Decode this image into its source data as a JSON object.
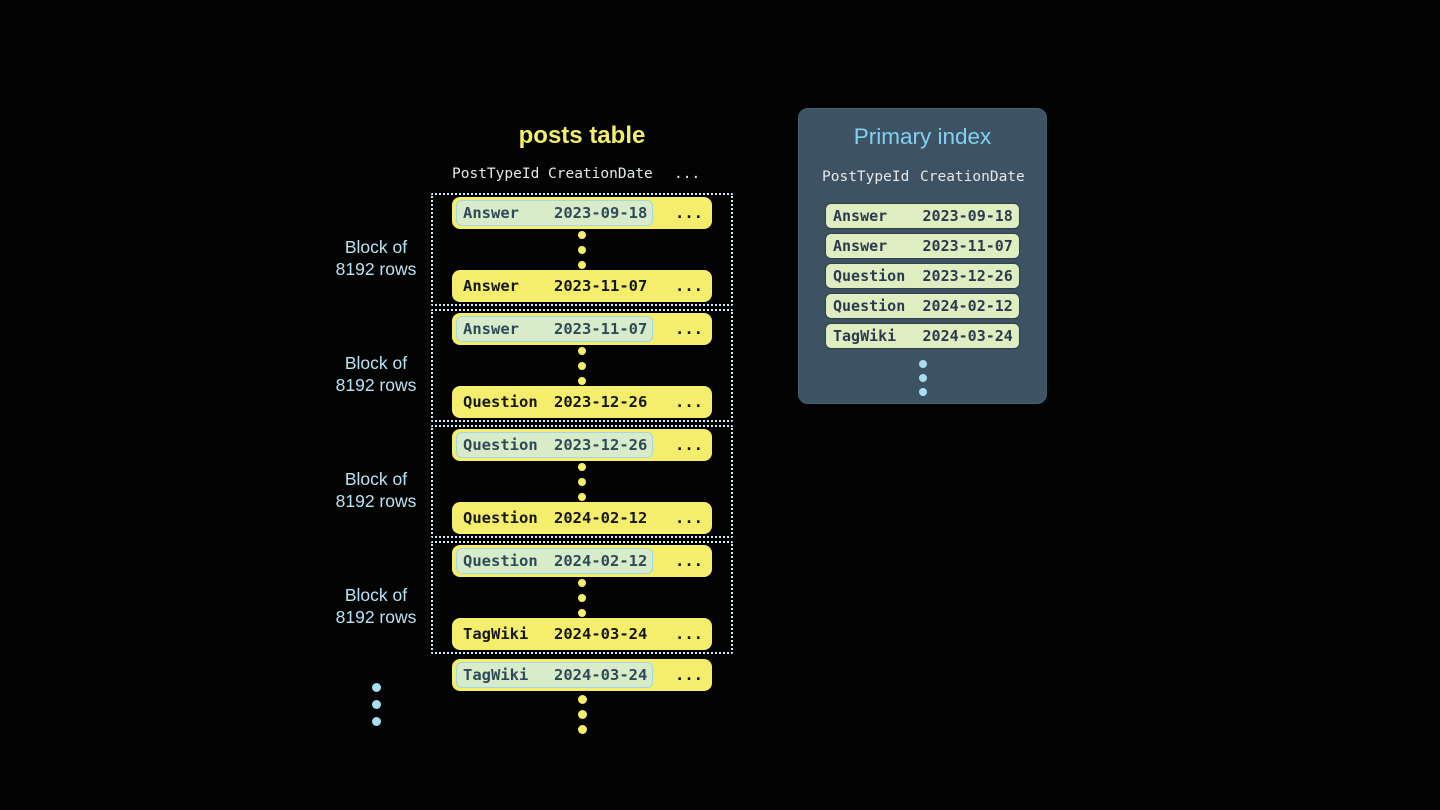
{
  "posts_table": {
    "title": "posts table",
    "columns": [
      "PostTypeId",
      "CreationDate",
      "..."
    ],
    "ellipsis": "...",
    "blocks": [
      {
        "label_line1": "Block of",
        "label_line2": "8192 rows",
        "first": {
          "type": "Answer",
          "date": "2023-09-18"
        },
        "last": {
          "type": "Answer",
          "date": "2023-11-07"
        }
      },
      {
        "label_line1": "Block of",
        "label_line2": "8192 rows",
        "first": {
          "type": "Answer",
          "date": "2023-11-07"
        },
        "last": {
          "type": "Question",
          "date": "2023-12-26"
        }
      },
      {
        "label_line1": "Block of",
        "label_line2": "8192 rows",
        "first": {
          "type": "Question",
          "date": "2023-12-26"
        },
        "last": {
          "type": "Question",
          "date": "2024-02-12"
        }
      },
      {
        "label_line1": "Block of",
        "label_line2": "8192 rows",
        "first": {
          "type": "Question",
          "date": "2024-02-12"
        },
        "last": {
          "type": "TagWiki",
          "date": "2024-03-24"
        }
      }
    ],
    "overflow_row": {
      "type": "TagWiki",
      "date": "2024-03-24"
    }
  },
  "primary_index": {
    "title": "Primary index",
    "columns": [
      "PostTypeId",
      "CreationDate"
    ],
    "rows": [
      {
        "type": "Answer",
        "date": "2023-09-18"
      },
      {
        "type": "Answer",
        "date": "2023-11-07"
      },
      {
        "type": "Question",
        "date": "2023-12-26"
      },
      {
        "type": "Question",
        "date": "2024-02-12"
      },
      {
        "type": "TagWiki",
        "date": "2024-03-24"
      }
    ]
  },
  "colors": {
    "background": "#020302",
    "row_yellow": "#f4ee6c",
    "row_text_dark": "#161616",
    "highlight_bg": "#d9ecca",
    "highlight_border": "#a2d7e9",
    "highlight_text": "#2e4a59",
    "block_border": "#cfeaf7",
    "block_label_text": "#bce3f5",
    "panel_bg": "#3d5262",
    "panel_title_text": "#80d2f0",
    "index_row_bg": "#dfeec0",
    "index_row_text": "#2c3a50",
    "header_text": "#e5e9ea",
    "blue_dot": "#a9def2"
  }
}
